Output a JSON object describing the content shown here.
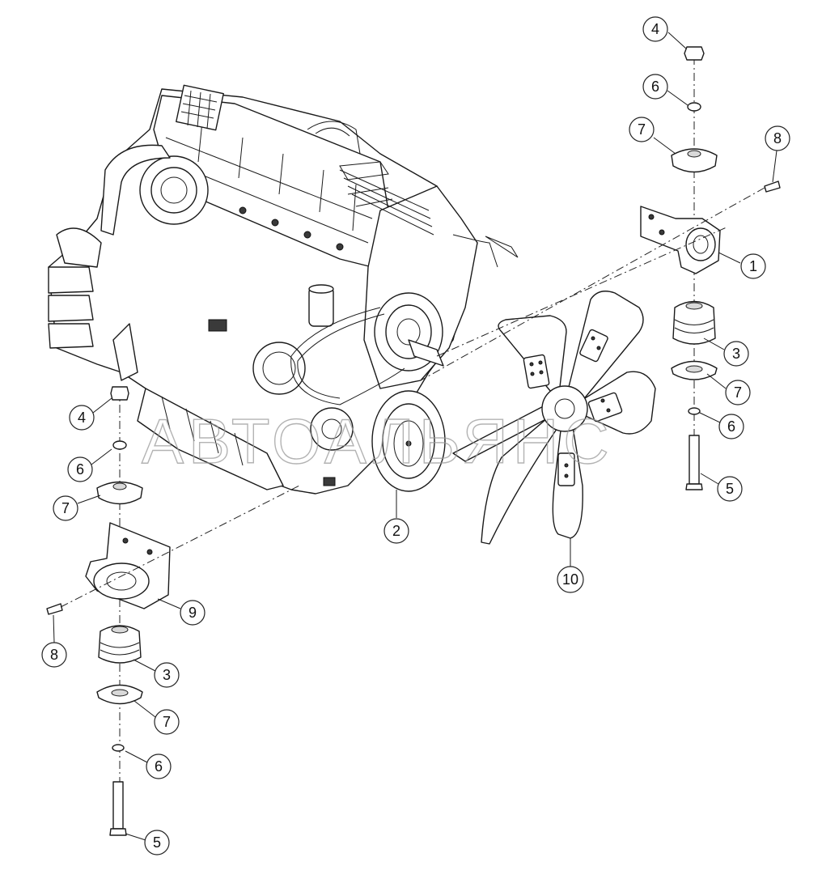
{
  "watermark": "АВТОАЛЬЯНС",
  "callouts": [
    "1",
    "2",
    "3",
    "4",
    "5",
    "6",
    "7",
    "8",
    "9",
    "10"
  ]
}
